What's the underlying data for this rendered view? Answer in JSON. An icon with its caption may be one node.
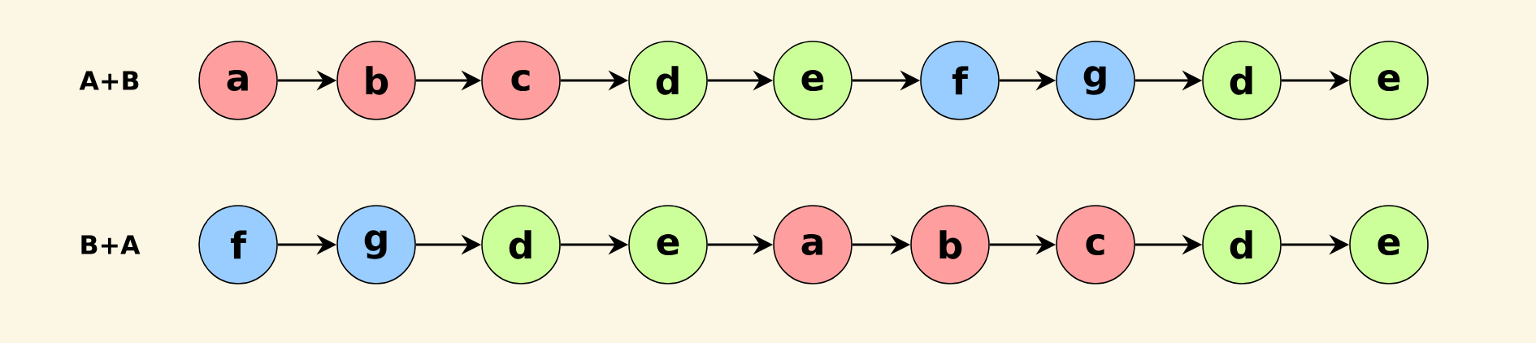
{
  "diagram": {
    "nodes": [
      {
        "text": [
          "a"
        ]
      },
      {
        "text": [
          "b"
        ]
      },
      {
        "text": [
          "c"
        ]
      },
      {
        "text": [
          "d"
        ]
      },
      {
        "text": [
          "e"
        ]
      },
      {
        "text": [
          "f"
        ]
      },
      {
        "text": [
          "g"
        ]
      },
      {
        "text": [
          "d"
        ]
      },
      {
        "text": [
          "e"
        ]
      },
      {
        "text": [
          "f"
        ]
      },
      {
        "text": [
          "g"
        ]
      },
      {
        "text": [
          "d"
        ]
      },
      {
        "text": [
          "e"
        ]
      },
      {
        "text": [
          "a"
        ]
      },
      {
        "text": [
          "b"
        ]
      },
      {
        "text": [
          "c"
        ]
      },
      {
        "text": [
          "d"
        ]
      },
      {
        "text": [
          "e"
        ]
      }
    ],
    "edges": [
      {
        "from": 0,
        "to": 1,
        "arrow": "to"
      },
      {
        "from": 1,
        "to": 2,
        "arrow": "to"
      },
      {
        "from": 2,
        "to": 3,
        "arrow": "to"
      },
      {
        "from": 3,
        "to": 4,
        "arrow": "to"
      },
      {
        "from": 4,
        "to": 5,
        "arrow": "to"
      },
      {
        "from": 5,
        "to": 6,
        "arrow": "to"
      },
      {
        "from": 6,
        "to": 7,
        "arrow": "to"
      },
      {
        "from": 7,
        "to": 8,
        "arrow": "to"
      },
      {
        "from": 9,
        "to": 10,
        "arrow": "to"
      },
      {
        "from": 10,
        "to": 11,
        "arrow": "to"
      },
      {
        "from": 11,
        "to": 12,
        "arrow": "to"
      },
      {
        "from": 12,
        "to": 13,
        "arrow": "to"
      },
      {
        "from": 13,
        "to": 14,
        "arrow": "to"
      },
      {
        "from": 14,
        "to": 15,
        "arrow": "to"
      },
      {
        "from": 15,
        "to": 16,
        "arrow": "to"
      },
      {
        "from": 16,
        "to": 17,
        "arrow": "to"
      }
    ],
    "labels": [
      "A+B",
      "B+A"
    ]
  }
}
